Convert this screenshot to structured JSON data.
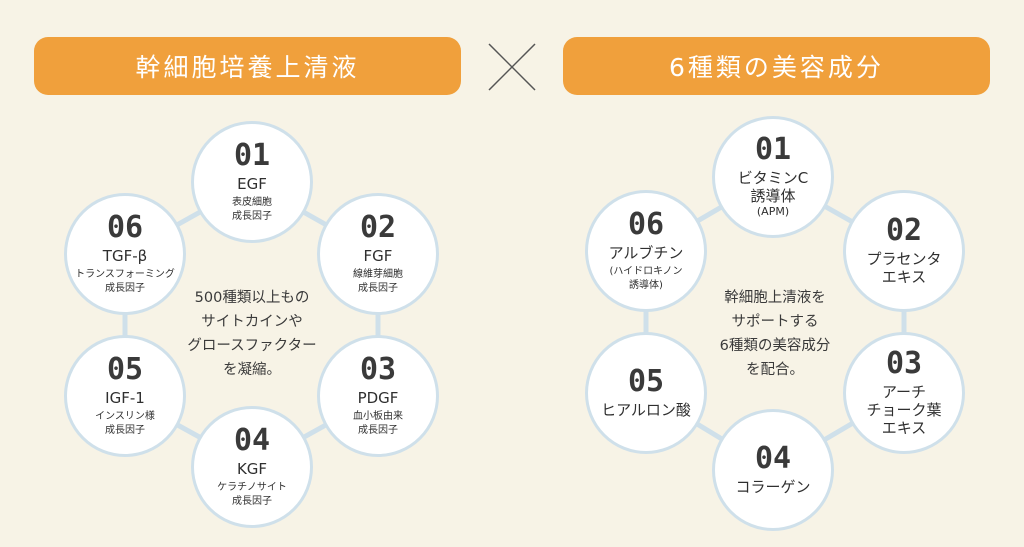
{
  "left_banner": {
    "title": "幹細胞培養上清液"
  },
  "right_banner": {
    "title": "6種類の美容成分"
  },
  "left_ring": {
    "center_lines": [
      "500種類以上もの",
      "サイトカインや",
      "グロースファクター",
      "を凝縮。"
    ],
    "items": [
      {
        "number": "01",
        "name": "EGF",
        "sub1": "表皮細胞",
        "sub2": "成長因子"
      },
      {
        "number": "02",
        "name": "FGF",
        "sub1": "線維芽細胞",
        "sub2": "成長因子"
      },
      {
        "number": "03",
        "name": "PDGF",
        "sub1": "血小板由来",
        "sub2": "成長因子"
      },
      {
        "number": "04",
        "name": "KGF",
        "sub1": "ケラチノサイト",
        "sub2": "成長因子"
      },
      {
        "number": "05",
        "name": "IGF-1",
        "sub1": "インスリン様",
        "sub2": "成長因子"
      },
      {
        "number": "06",
        "name": "TGF-β",
        "sub1": "トランスフォーミング",
        "sub2": "成長因子"
      }
    ]
  },
  "right_ring": {
    "center_lines": [
      "幹細胞上清液を",
      "サポートする",
      "6種類の美容成分",
      "を配合。"
    ],
    "items": [
      {
        "number": "01",
        "name1": "ビタミンC",
        "name2": "誘導体",
        "sub1": "(APM)"
      },
      {
        "number": "02",
        "name1": "プラセンタ",
        "name2": "エキス"
      },
      {
        "number": "03",
        "name1": "アーチ",
        "name2": "チョーク葉",
        "name3": "エキス"
      },
      {
        "number": "04",
        "name1": "コラーゲン"
      },
      {
        "number": "05",
        "name1": "ヒアルロン酸"
      },
      {
        "number": "06",
        "name1": "アルブチン",
        "sub1": "(ハイドロキノン",
        "sub2": "誘導体)"
      }
    ]
  },
  "colors": {
    "banner": "#f0a03c",
    "ring": "#cfe0ea",
    "background": "#f7f3e6"
  },
  "icons": {
    "separator": "cross-icon"
  }
}
